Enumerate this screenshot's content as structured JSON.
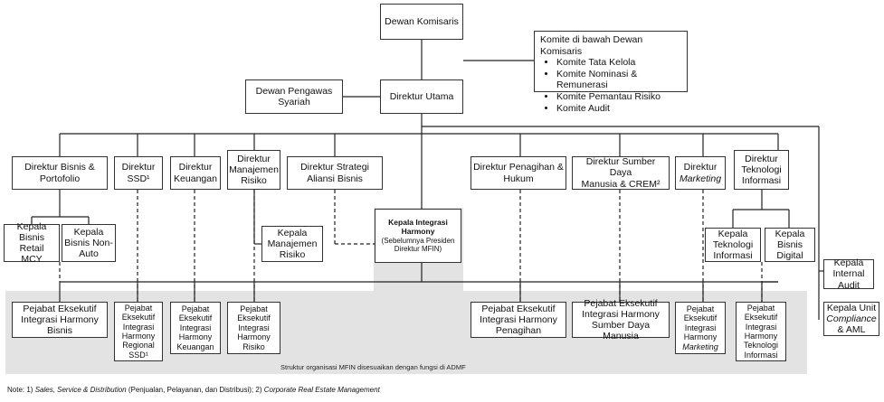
{
  "top": {
    "dewan_komisaris": "Dewan Komisaris",
    "direktur_utama": "Direktur Utama",
    "dewan_pengawas": "Dewan Pengawas\nSyariah"
  },
  "komite": {
    "title": "Komite di bawah Dewan Komisaris",
    "items": [
      "Komite Tata Kelola",
      "Komite Nominasi & Remunerasi",
      "Komite Pemantau Risiko",
      "Komite Audit"
    ]
  },
  "directors": {
    "bisnis": "Direktur Bisnis &\nPortofolio",
    "ssd": "Direktur\nSSD¹",
    "keuangan": "Direktur\nKeuangan",
    "risiko": "Direktur\nManajemen\nRisiko",
    "strategi": "Direktur Strategi\nAliansi Bisnis",
    "penagihan": "Direktur Penagihan &\nHukum",
    "sdm": "Direktur Sumber Daya\nManusia & CREM²",
    "marketing_a": "Direktur",
    "marketing_b": "Marketing",
    "ti": "Direktur\nTeknologi\nInformasi"
  },
  "heads": {
    "retail": "Kepala\nBisnis Retail\nMCY",
    "nonauto": "Kepala\nBisnis Non-\nAuto",
    "manrisk": "Kepala\nManajemen\nRisiko",
    "tekinfo": "Kepala\nTeknologi\nInformasi",
    "digital": "Kepala\nBisnis Digital",
    "audit": "Kepala\nInternal\nAudit",
    "compliance_a": "Kepala Unit",
    "compliance_b": "Compliance",
    "compliance_c": "& AML"
  },
  "integrasi": {
    "title": "Kepala Integrasi\nHarmony",
    "sub": "(Sebelumnya Presiden\nDirektur MFIN)"
  },
  "officers": {
    "bisnis": "Pejabat Eksekutif\nIntegrasi Harmony\nBisnis",
    "ssd": "Pejabat\nEksekutif\nIntegrasi\nHarmony\nRegional\nSSD¹",
    "keuangan": "Pejabat\nEksekutif\nIntegrasi\nHarmony\nKeuangan",
    "risiko": "Pejabat\nEksekutif\nIntegrasi\nHarmony\nRisiko",
    "penagihan": "Pejabat Eksekutif\nIntegrasi Harmony\nPenagihan",
    "sdm": "Pejabat Eksekutif\nIntegrasi Harmony\nSumber Daya Manusia",
    "marketing_a": "Pejabat\nEksekutif\nIntegrasi\nHarmony",
    "marketing_b": "Marketing",
    "ti": "Pejabat\nEksekutif\nIntegrasi\nHarmony\nTeknologi\nInformasi"
  },
  "caption": "Struktur organisasi MFIN disesuaikan dengan fungsi di ADMF",
  "note": {
    "prefix": "Note: 1) ",
    "sales": "Sales, Service & Distribution",
    "mid": " (Penjualan, Pelayanan, dan Distribusi); 2) ",
    "crem": "Corporate Real Estate Management"
  }
}
